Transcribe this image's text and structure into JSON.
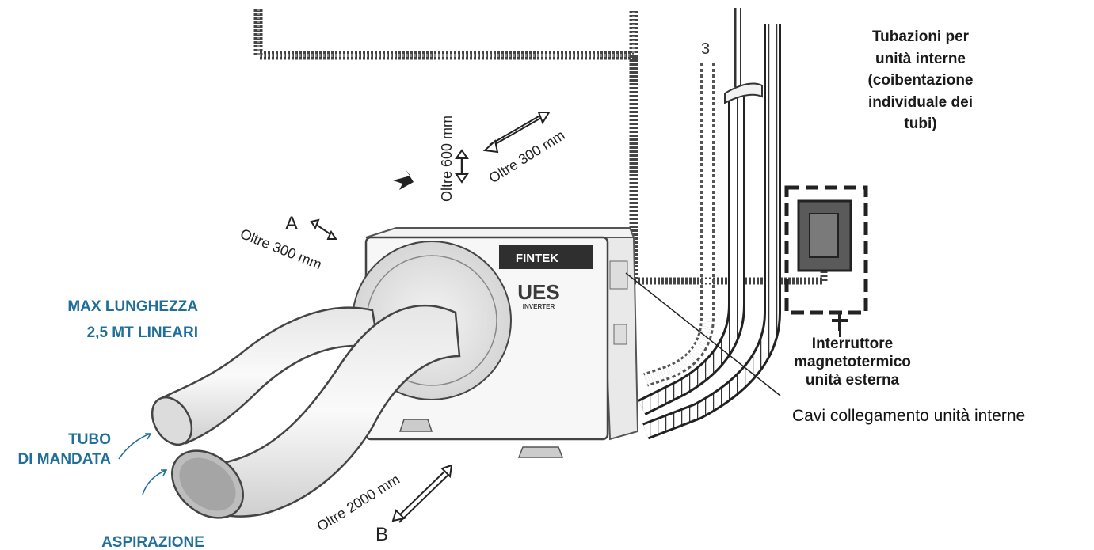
{
  "labels": {
    "tubazioni": [
      "Tubazioni per",
      "unità interne",
      "(coibentazione",
      "individuale dei",
      "tubi)"
    ],
    "oltre_600": "Oltre 600 mm",
    "oltre_300_top": "Oltre 300 mm",
    "oltre_300_left": "Oltre 300 mm",
    "oltre_2000": "Oltre 2000 mm",
    "side_a": "A",
    "side_b": "B",
    "num_3": "3",
    "max_lunghezza": [
      "MAX LUNGHEZZA",
      "2,5 MT LINEARI"
    ],
    "tubo_mandata": [
      "TUBO",
      "DI MANDATA"
    ],
    "aspirazione": "ASPIRAZIONE",
    "interruttore": [
      "Interruttore",
      "magnetotermico",
      "unità esterna"
    ],
    "cavi": "Cavi collegamento unità interne"
  },
  "unit": {
    "brand": "FINTEK",
    "model": "UES",
    "model_sub": "INVERTER"
  },
  "colors": {
    "accent_blue": "#1f6f9a",
    "cable": "#444444",
    "outline": "#333333"
  },
  "icons": [
    "double-arrow-icon",
    "airflow-arrow-icon",
    "switch-box-icon"
  ]
}
